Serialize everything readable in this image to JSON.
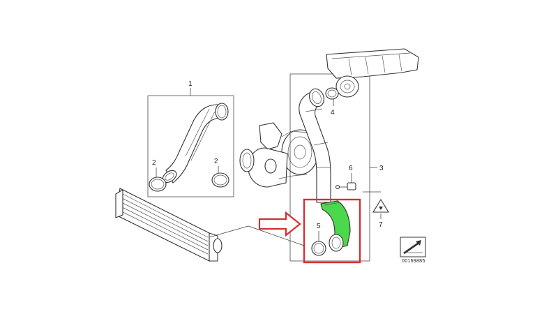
{
  "diagram": {
    "labels": {
      "callout_1": "1",
      "callout_2a": "2",
      "callout_2b": "2",
      "callout_3": "3",
      "callout_4": "4",
      "callout_5": "5",
      "callout_6": "6",
      "callout_7": "7"
    },
    "reference_number": "00169885",
    "colors": {
      "highlight_part": "#4cd84c",
      "highlight_box": "#d43030",
      "arrow": "#d43030",
      "line": "#444444"
    },
    "icons": {
      "arrow": "right-arrow-outline-icon",
      "warning": "warning-triangle-icon",
      "drawing_ref": "drawing-reference-icon"
    }
  }
}
